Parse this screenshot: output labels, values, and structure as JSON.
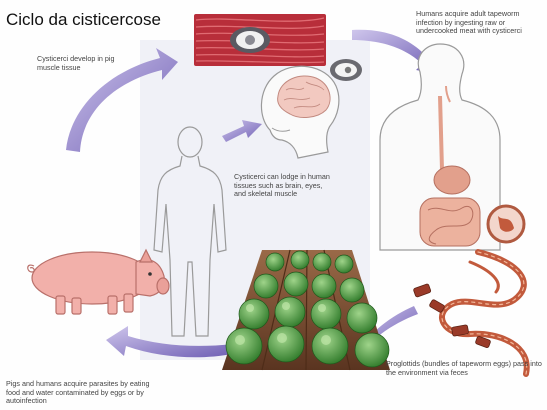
{
  "diagram": {
    "title": "Ciclo da cisticercose",
    "captions": {
      "humans_acquire": "Humans acquire adult tapeworm infection by ingesting raw or undercooked meat with cysticerci",
      "pig_tissue": "Cysticerci develop in pig muscle tissue",
      "human_tissue": "Cysticerci can lodge in human tissues such as brain, eyes, and skeletal muscle",
      "proglottids": "Proglottids (bundles of tapeworm eggs) pass into the environment via feces",
      "pigs_humans": "Pigs and humans acquire parasites by eating food and water contaminated by eggs or by autoinfection"
    }
  },
  "colors": {
    "arrow": "#8a7ac0",
    "muscle": "#b82e3a",
    "pig": "#f2b0aa",
    "field_green": "#3e8a34",
    "soil": "#7a4a2e",
    "tapeworm": "#c25a3c",
    "organs": "#e2a08c"
  }
}
